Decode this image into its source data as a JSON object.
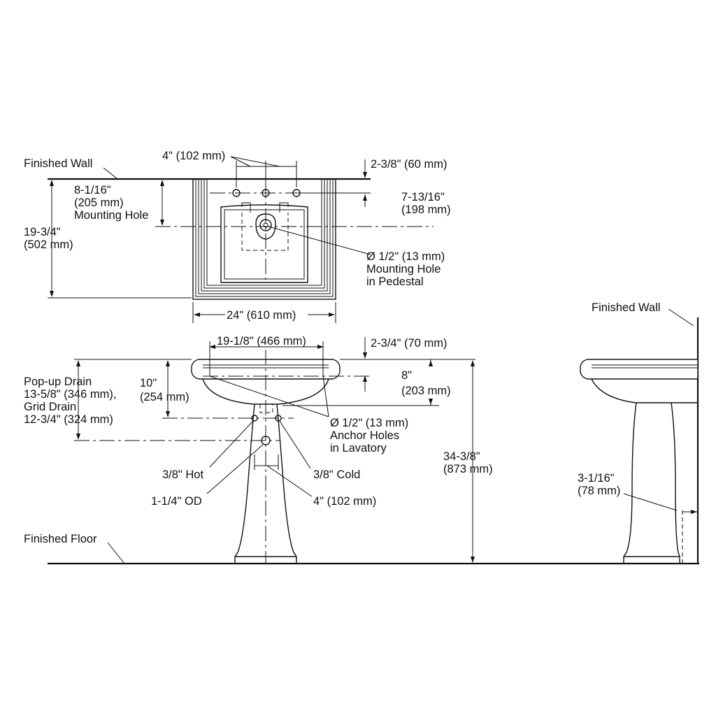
{
  "labels": {
    "finished_wall_top": "Finished Wall",
    "finished_wall_side": "Finished Wall",
    "finished_floor": "Finished Floor",
    "top_4in": "4\" (102 mm)",
    "top_2_3_8": "2-3/8\" (60 mm)",
    "top_8_1_16_l1": "8-1/16\"",
    "top_8_1_16_l2": "(205 mm)",
    "top_8_1_16_l3": "Mounting Hole",
    "top_7_13_16_l1": "7-13/16\"",
    "top_7_13_16_l2": "(198 mm)",
    "top_19_3_4_l1": "19-3/4\"",
    "top_19_3_4_l2": "(502 mm)",
    "top_hole_l1": "Ø 1/2\" (13 mm)",
    "top_hole_l2": "Mounting Hole",
    "top_hole_l3": "in Pedestal",
    "top_24in": "24\" (610 mm)",
    "front_19_1_8": "19-1/8\" (466 mm)",
    "front_2_3_4": "2-3/4\" (70 mm)",
    "front_popup_l1": "Pop-up Drain",
    "front_popup_l2": "13-5/8\" (346 mm),",
    "front_popup_l3": "Grid Drain",
    "front_popup_l4": "12-3/4\" (324 mm)",
    "front_10_l1": "10\"",
    "front_10_l2": "(254 mm)",
    "front_8_l1": "8\"",
    "front_8_l2": "(203 mm)",
    "front_anchor_l1": "Ø 1/2\" (13 mm)",
    "front_anchor_l2": "Anchor Holes",
    "front_anchor_l3": "in Lavatory",
    "front_34_l1": "34-3/8\"",
    "front_34_l2": "(873 mm)",
    "front_hot": "3/8\" Hot",
    "front_cold": "3/8\" Cold",
    "front_od": "1-1/4\" OD",
    "front_4in": "4\" (102 mm)",
    "side_3_1_16_l1": "3-1/16\"",
    "side_3_1_16_l2": "(78 mm)"
  }
}
